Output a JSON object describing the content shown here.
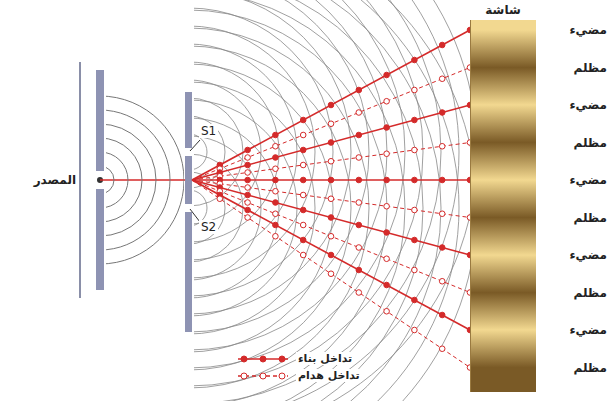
{
  "diagram": {
    "nodes": [
      {
        "text": [
          "شاشة"
        ]
      }
    ],
    "labels": [
      "المصدر",
      "S1",
      "S2",
      "مضيء",
      "مظلم",
      "مضيء",
      "مظلم",
      "مضيء",
      "مظلم",
      "مضيء",
      "مظلم",
      "مضيء",
      "مظلم"
    ],
    "legend": [
      {
        "text": "تداخل بناء"
      },
      {
        "text": "تداخل هدام"
      }
    ]
  }
}
